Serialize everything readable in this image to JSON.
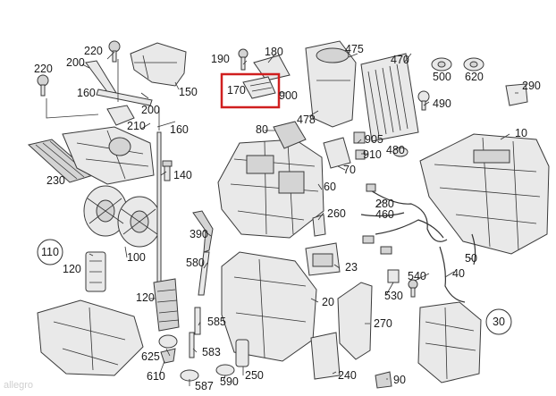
{
  "diagram": {
    "title": "HVAC heater box exploded parts diagram",
    "highlight_color": "#d01f1f",
    "watermark": "allegro",
    "callouts": [
      "220",
      "200",
      "220",
      "160",
      "150",
      "190",
      "180",
      "475",
      "470",
      "500",
      "620",
      "170",
      "900",
      "490",
      "290",
      "478",
      "210",
      "200",
      "160",
      "80",
      "905",
      "910",
      "10",
      "70",
      "230",
      "140",
      "60",
      "480",
      "280",
      "460",
      "260",
      "110",
      "390",
      "120",
      "100",
      "580",
      "23",
      "540",
      "50",
      "40",
      "120",
      "20",
      "530",
      "585",
      "270",
      "30",
      "625",
      "583",
      "610",
      "587",
      "590",
      "250",
      "240",
      "90"
    ],
    "highlighted_part": "170"
  }
}
